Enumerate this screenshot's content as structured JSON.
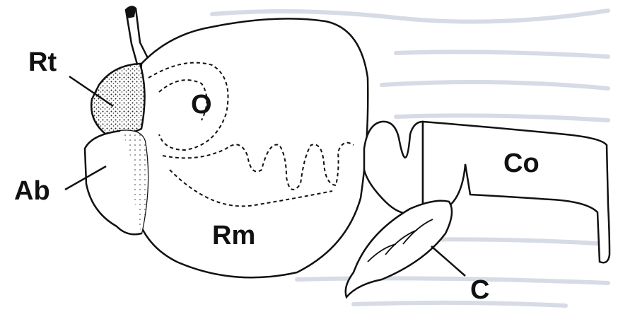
{
  "labels": {
    "rt": "Rt",
    "o": "O",
    "ab": "Ab",
    "rm": "Rm",
    "co": "Co",
    "c": "C"
  },
  "colors": {
    "paper": "#ffffff",
    "background_text": "#d6dbe6",
    "ink": "#111111"
  }
}
